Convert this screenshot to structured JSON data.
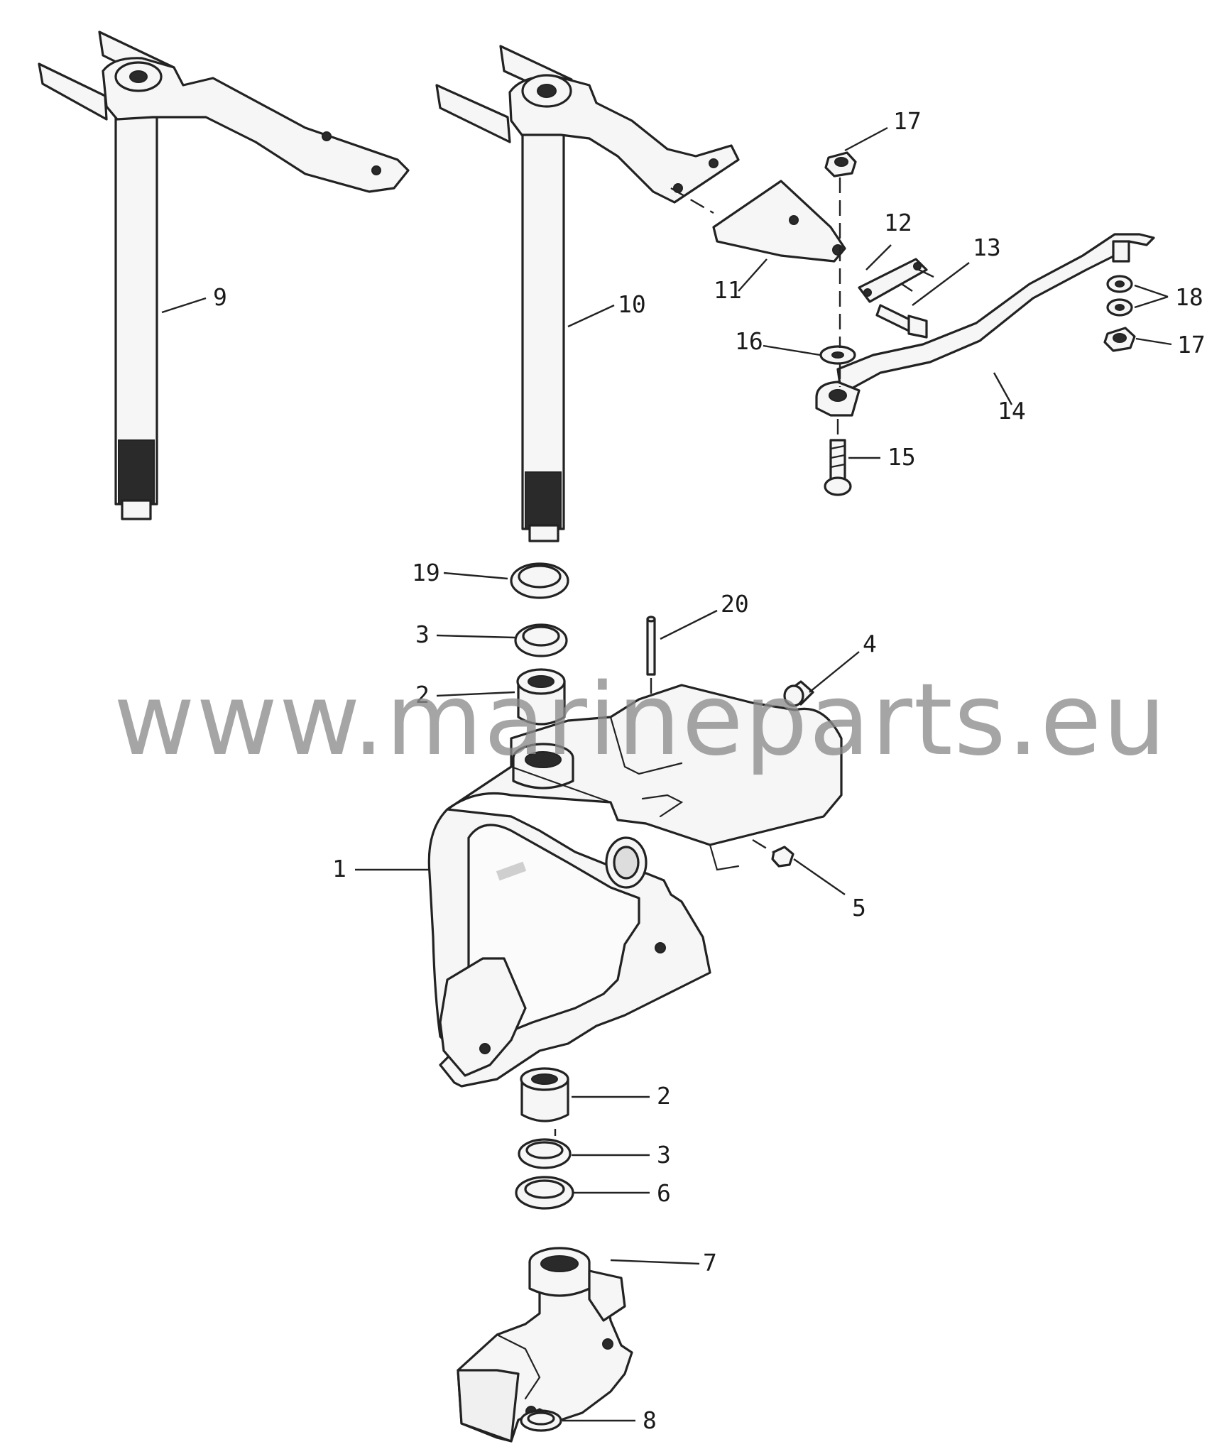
{
  "watermark": "www.marineparts.eu",
  "callouts": {
    "n1": "1",
    "n2a": "2",
    "n2b": "2",
    "n3a": "3",
    "n3b": "3",
    "n4": "4",
    "n5": "5",
    "n6": "6",
    "n7": "7",
    "n8": "8",
    "n9": "9",
    "n10": "10",
    "n11": "11",
    "n12": "12",
    "n13": "13",
    "n14": "14",
    "n15": "15",
    "n16": "16",
    "n17a": "17",
    "n17b": "17",
    "n18": "18",
    "n19": "19",
    "n20": "20"
  }
}
